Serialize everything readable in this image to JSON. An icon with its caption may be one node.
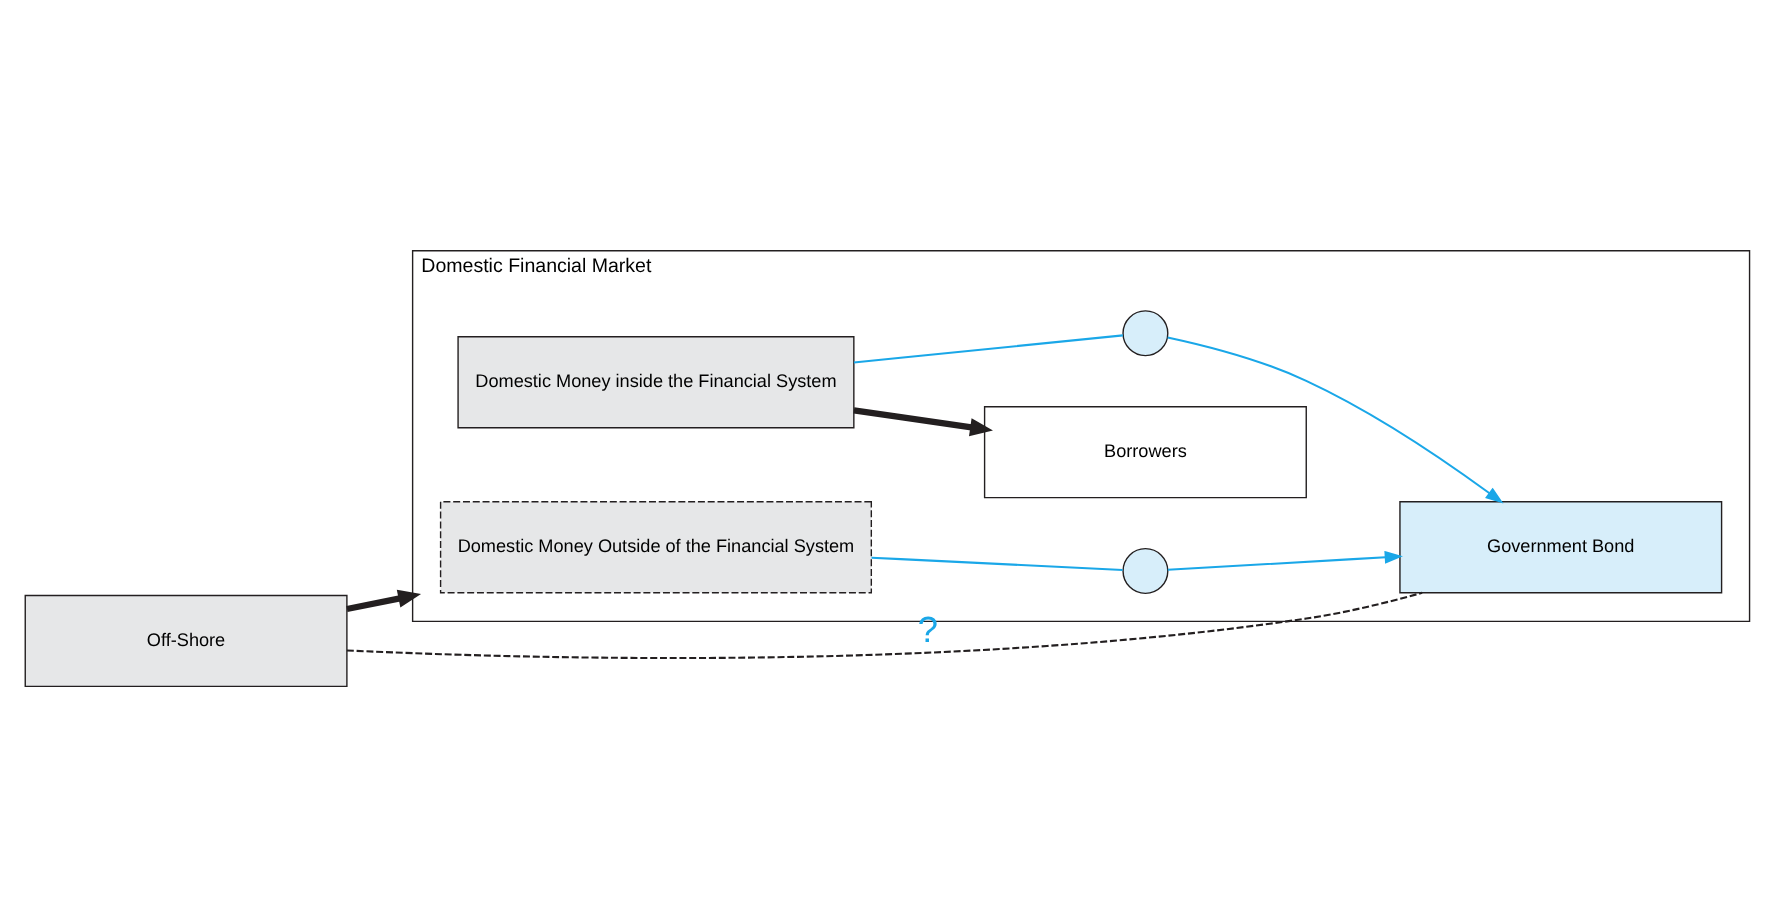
{
  "diagram": {
    "nodes": [
      {
        "text": [
          "Domestic Financial Market"
        ]
      },
      {
        "text": [
          "Domestic Money inside the Financial System"
        ],
        "in": 0
      },
      {
        "text": [
          "Borrowers"
        ],
        "in": 0
      },
      {
        "text": [],
        "shape": "circle",
        "in": 0
      },
      {
        "text": [
          "Domestic Money Outside of the Financial System"
        ],
        "in": 0
      },
      {
        "text": [],
        "shape": "circle",
        "in": 0
      },
      {
        "text": [
          "Government Bond"
        ],
        "in": 0
      },
      {
        "text": [
          "Off-Shore"
        ]
      }
    ],
    "edges": [
      {
        "from": 1,
        "to": 2,
        "arrow": "to",
        "style": "thick",
        "color": "#231f20"
      },
      {
        "from": 1,
        "to": 3,
        "arrow": "none",
        "color": "#1aa7e8"
      },
      {
        "from": 3,
        "to": 6,
        "arrow": "to",
        "color": "#1aa7e8"
      },
      {
        "from": 4,
        "to": 5,
        "arrow": "none",
        "color": "#1aa7e8"
      },
      {
        "from": 5,
        "to": 6,
        "arrow": "to",
        "color": "#1aa7e8"
      },
      {
        "from": 7,
        "to": 0,
        "arrow": "to",
        "style": "thick",
        "color": "#231f20"
      },
      {
        "from": 7,
        "to": 6,
        "arrow": "none",
        "style": "dashed",
        "label": "?",
        "color": "#231f20"
      }
    ]
  }
}
